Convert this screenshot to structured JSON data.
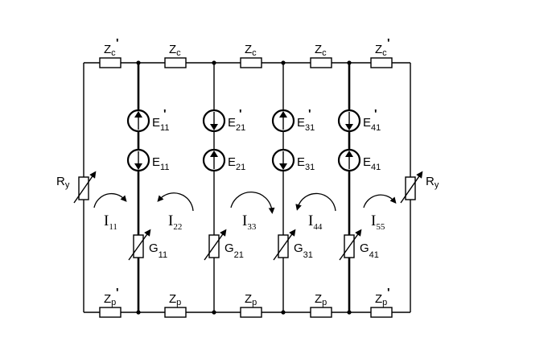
{
  "series_impedances": {
    "top": [
      {
        "main": "Z",
        "sub": "c",
        "prime": true
      },
      {
        "main": "Z",
        "sub": "c",
        "prime": false
      },
      {
        "main": "Z",
        "sub": "c",
        "prime": false
      },
      {
        "main": "Z",
        "sub": "c",
        "prime": false
      },
      {
        "main": "Z",
        "sub": "c",
        "prime": true
      }
    ],
    "bottom": [
      {
        "main": "Z",
        "sub": "p",
        "prime": true
      },
      {
        "main": "Z",
        "sub": "p",
        "prime": false
      },
      {
        "main": "Z",
        "sub": "p",
        "prime": false
      },
      {
        "main": "Z",
        "sub": "p",
        "prime": false
      },
      {
        "main": "Z",
        "sub": "p",
        "prime": true
      }
    ]
  },
  "end_resistors": [
    {
      "main": "R",
      "sub": "y"
    },
    {
      "main": "R",
      "sub": "y"
    }
  ],
  "branches": [
    {
      "e_prime": {
        "main": "E",
        "sub": "11",
        "prime": true
      },
      "e": {
        "main": "E",
        "sub": "11"
      },
      "g": {
        "main": "G",
        "sub": "11"
      }
    },
    {
      "e_prime": {
        "main": "E",
        "sub": "21",
        "prime": true
      },
      "e": {
        "main": "E",
        "sub": "21"
      },
      "g": {
        "main": "G",
        "sub": "21"
      }
    },
    {
      "e_prime": {
        "main": "E",
        "sub": "31",
        "prime": true
      },
      "e": {
        "main": "E",
        "sub": "31"
      },
      "g": {
        "main": "G",
        "sub": "31"
      }
    },
    {
      "e_prime": {
        "main": "E",
        "sub": "41",
        "prime": true
      },
      "e": {
        "main": "E",
        "sub": "41"
      },
      "g": {
        "main": "G",
        "sub": "41"
      }
    }
  ],
  "loop_currents": [
    {
      "main": "I",
      "sub": "11"
    },
    {
      "main": "I",
      "sub": "22"
    },
    {
      "main": "I",
      "sub": "33"
    },
    {
      "main": "I",
      "sub": "44"
    },
    {
      "main": "I",
      "sub": "55"
    }
  ]
}
